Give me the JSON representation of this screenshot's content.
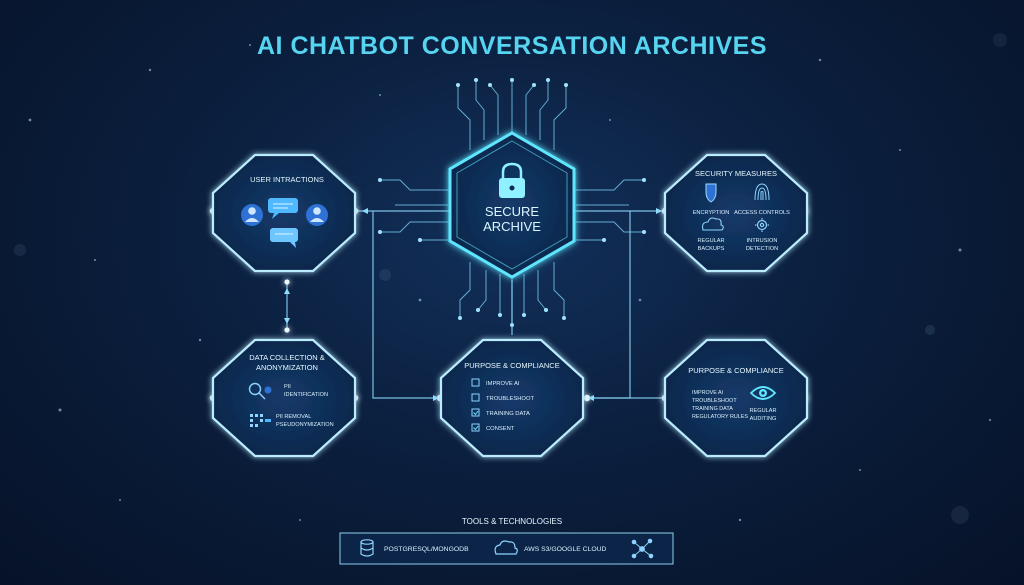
{
  "title": "AI CHATBOT CONVERSATION ARCHIVES",
  "colors": {
    "accent": "#5fe6ff",
    "line": "#7fd8ff",
    "node_stroke": "#b9ecff",
    "node_fill": "#0f2b52",
    "title": "#56d4f0",
    "bg": "#0b1f3e"
  },
  "center": {
    "icon": "lock-icon",
    "label_line1": "SECURE",
    "label_line2": "ARCHIVE"
  },
  "user_interactions": {
    "title": "USER INTRACTIONS",
    "icons": [
      "user-avatar-icon",
      "chat-bubble-icon",
      "chat-bubble-icon",
      "user-avatar-icon"
    ]
  },
  "security": {
    "title": "SECURITY MEASURES",
    "items": [
      {
        "icon": "shield-icon",
        "label": "ENCRYPTION"
      },
      {
        "icon": "fingerprint-icon",
        "label": "ACCESS CONTROLS"
      },
      {
        "icon": "cloud-icon",
        "label_line1": "REGULAR",
        "label_line2": "BACKUPS"
      },
      {
        "icon": "gear-icon",
        "label_line1": "INTRUSION",
        "label_line2": "DETECTION"
      }
    ]
  },
  "data_collection": {
    "title_line1": "DATA COLLECTION &",
    "title_line2": "ANONYMIZATION",
    "items": [
      {
        "icon": "magnifier-icon",
        "label_line1": "PII",
        "label_line2": "IDENTIFICATION"
      },
      {
        "icon": "grid-icon",
        "label_line1": "PII REMOVAL",
        "label_line2": "PSEUDONYMIZATION"
      }
    ]
  },
  "purpose_center": {
    "title": "PURPOSE & COMPLIANCE",
    "items": [
      "IMPROVE AI",
      "TROUBLESHOOT",
      "TRAINING DATA",
      "CONSENT"
    ]
  },
  "purpose_right": {
    "title": "PURPOSE & COMPLIANCE",
    "items": [
      "IMPROVE AI",
      "TROUBLESHOOT",
      "TRAINING DATA",
      "REGULATORY RULES"
    ],
    "icon": "eye-icon",
    "audit_line1": "REGULAR",
    "audit_line2": "AUDITING"
  },
  "tools": {
    "title": "TOOLS & TECHNOLOGIES",
    "items": [
      {
        "icon": "database-icon",
        "label": "POSTGRESQL/MONGODB"
      },
      {
        "icon": "cloud-icon",
        "label": "AWS S3/GOOGLE CLOUD"
      },
      {
        "icon": "network-icon",
        "label": ""
      }
    ]
  }
}
